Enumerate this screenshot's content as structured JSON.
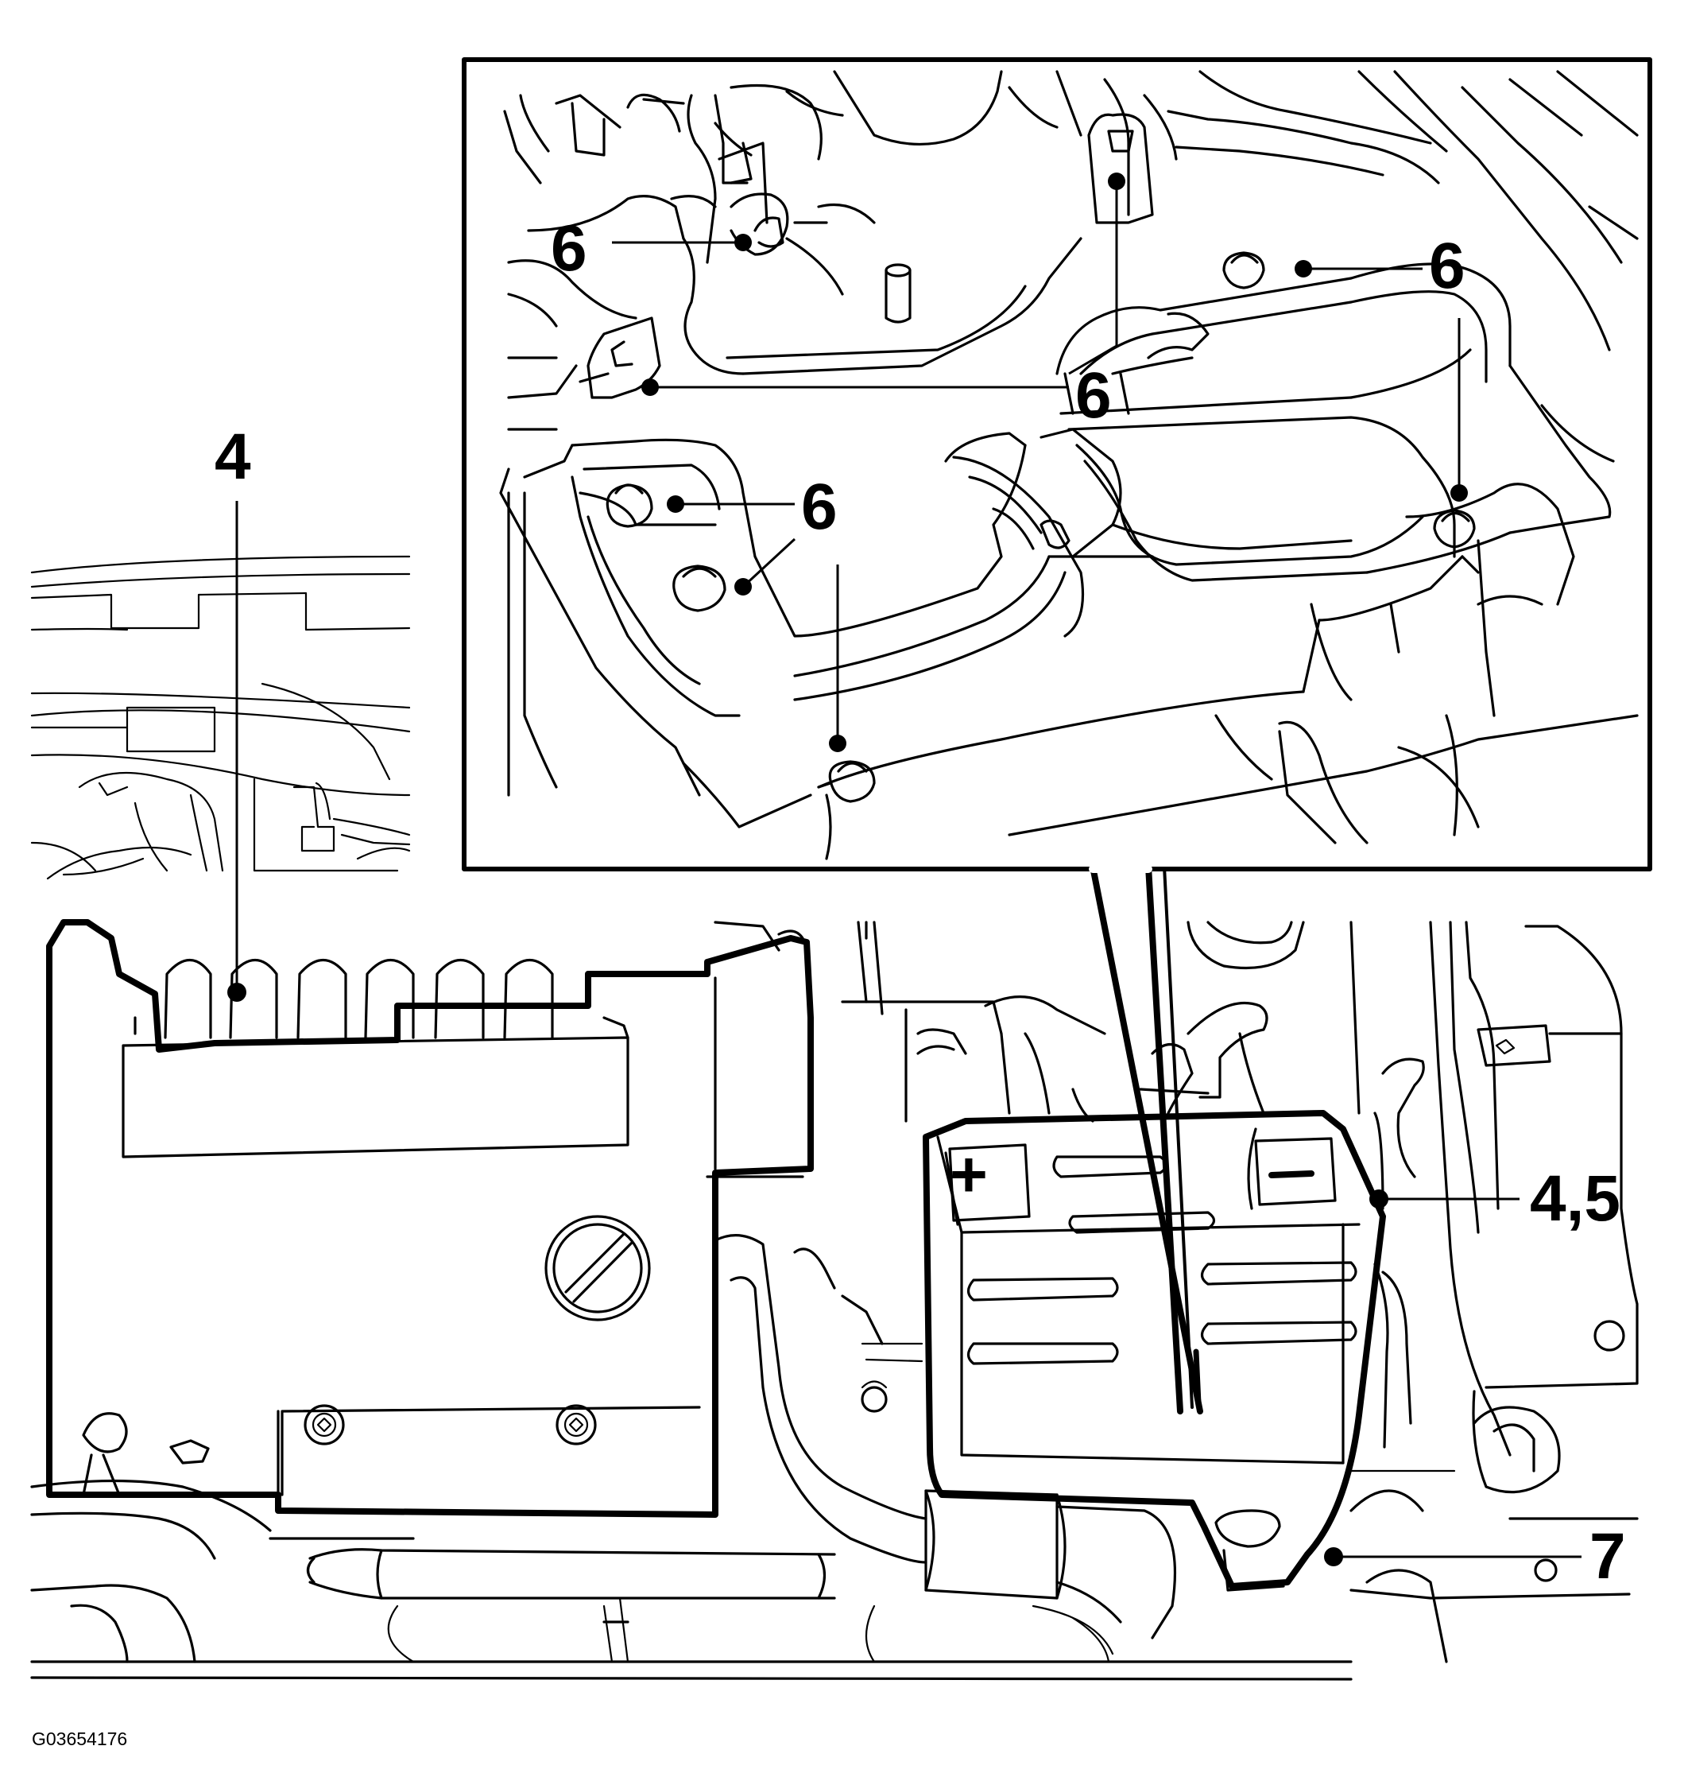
{
  "figure": {
    "code": "G03654176"
  },
  "callouts": {
    "item_4": "4",
    "item_4_5": "4,5",
    "item_7": "7",
    "item_6": "6"
  },
  "battery": {
    "plus_symbol": "+",
    "minus_symbol": "−"
  }
}
